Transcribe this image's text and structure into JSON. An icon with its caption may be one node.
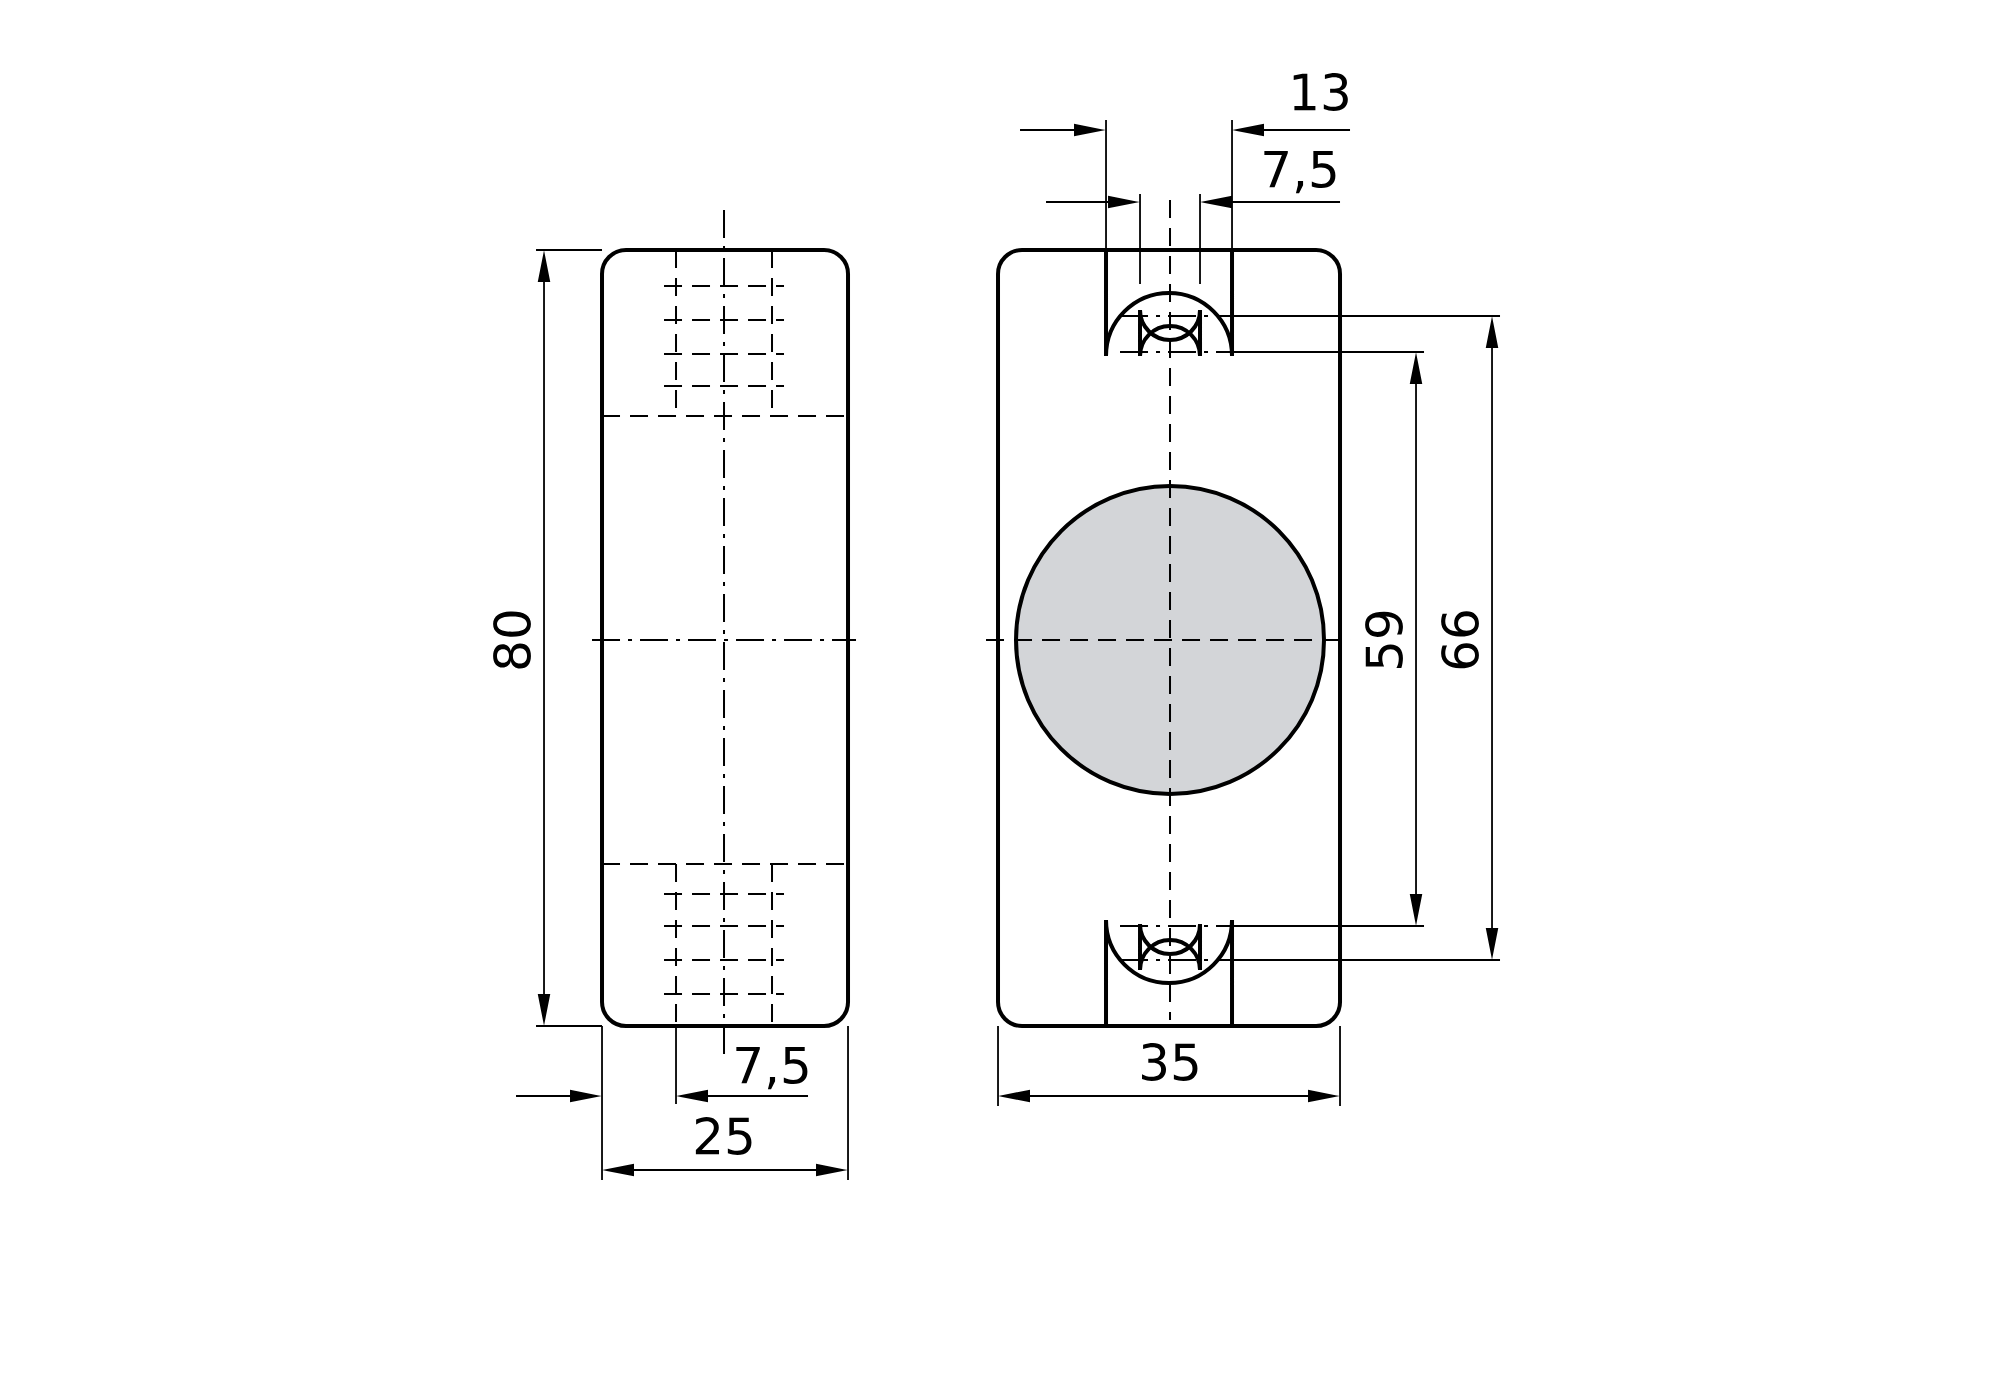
{
  "diagram": {
    "labels": [
      "13",
      "7,5",
      "80",
      "59",
      "66",
      "7,5",
      "35",
      "25"
    ]
  }
}
